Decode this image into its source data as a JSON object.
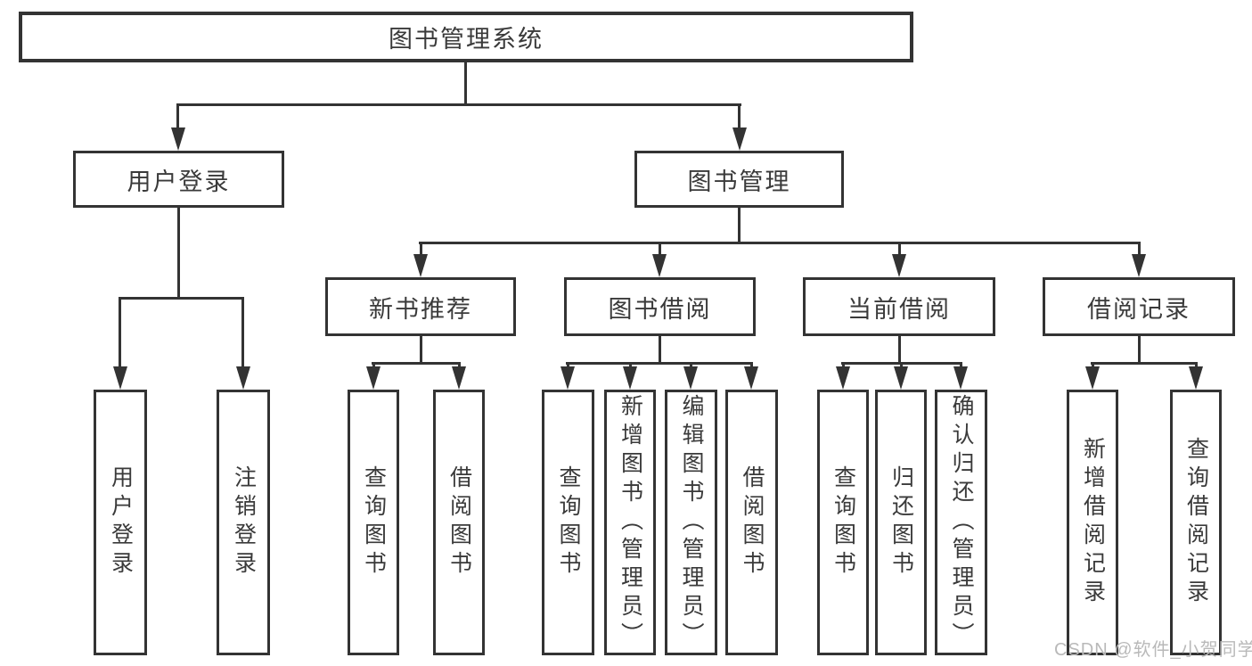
{
  "diagram": {
    "root": {
      "label": "图书管理系统"
    },
    "user_login": {
      "label": "用户登录",
      "children": [
        {
          "label": "用户登录"
        },
        {
          "label": "注销登录"
        }
      ]
    },
    "book_mgmt": {
      "label": "图书管理",
      "children": [
        {
          "label": "新书推荐",
          "children": [
            {
              "label": "查询图书"
            },
            {
              "label": "借阅图书"
            }
          ]
        },
        {
          "label": "图书借阅",
          "children": [
            {
              "label": "查询图书"
            },
            {
              "label": "新增图书（管理员）"
            },
            {
              "label": "编辑图书（管理员）"
            },
            {
              "label": "借阅图书"
            }
          ]
        },
        {
          "label": "当前借阅",
          "children": [
            {
              "label": "查询图书"
            },
            {
              "label": "归还图书"
            },
            {
              "label": "确认归还（管理员）"
            }
          ]
        },
        {
          "label": "借阅记录",
          "children": [
            {
              "label": "新增借阅记录"
            },
            {
              "label": "查询借阅记录"
            }
          ]
        }
      ]
    },
    "watermark": "CSDN @软件_小贺同学",
    "colors": {
      "line": "#333333",
      "text": "#3a3a3a",
      "watermark": "#b9b9b9",
      "background": "#ffffff"
    }
  }
}
